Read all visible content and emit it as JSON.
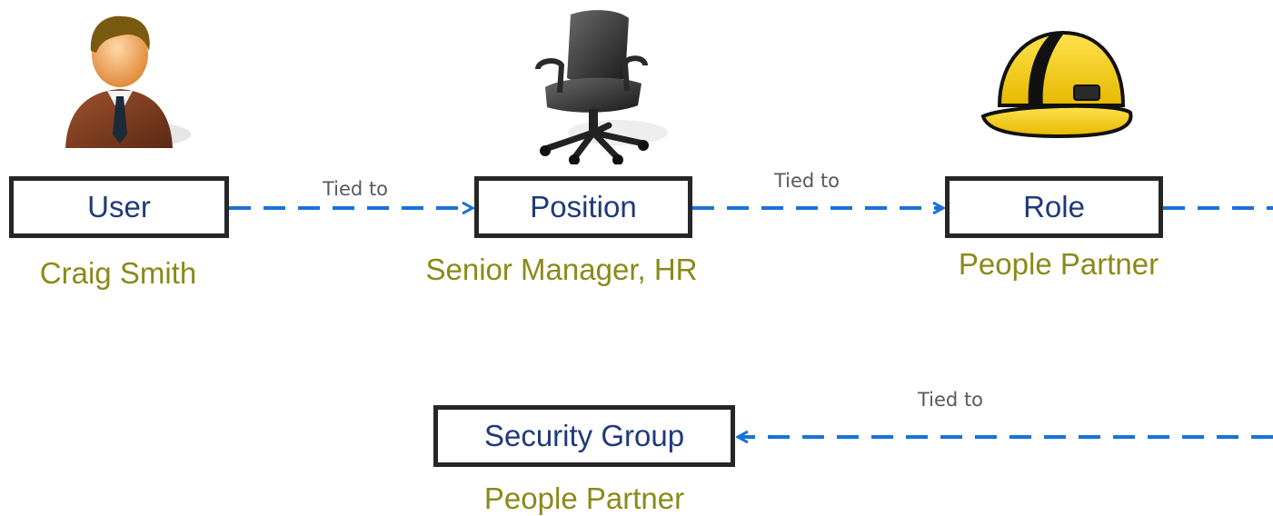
{
  "nodes": {
    "user": {
      "label": "User",
      "value": "Craig Smith",
      "icon": "user-icon"
    },
    "position": {
      "label": "Position",
      "value": "Senior Manager, HR",
      "icon": "office-chair-icon"
    },
    "role": {
      "label": "Role",
      "value": "People Partner",
      "icon": "hard-hat-icon"
    },
    "security_group": {
      "label": "Security Group",
      "value": "People Partner"
    }
  },
  "edges": [
    {
      "from": "user",
      "to": "position",
      "label": "Tied to"
    },
    {
      "from": "position",
      "to": "role",
      "label": "Tied to"
    },
    {
      "from": "role",
      "to": "security_group",
      "label": "Tied to"
    }
  ],
  "colors": {
    "box_border": "#262626",
    "box_text": "#1f3a7a",
    "value_text": "#8a8a1a",
    "arrow": "#1a73d6",
    "edge_label": "#595959"
  }
}
